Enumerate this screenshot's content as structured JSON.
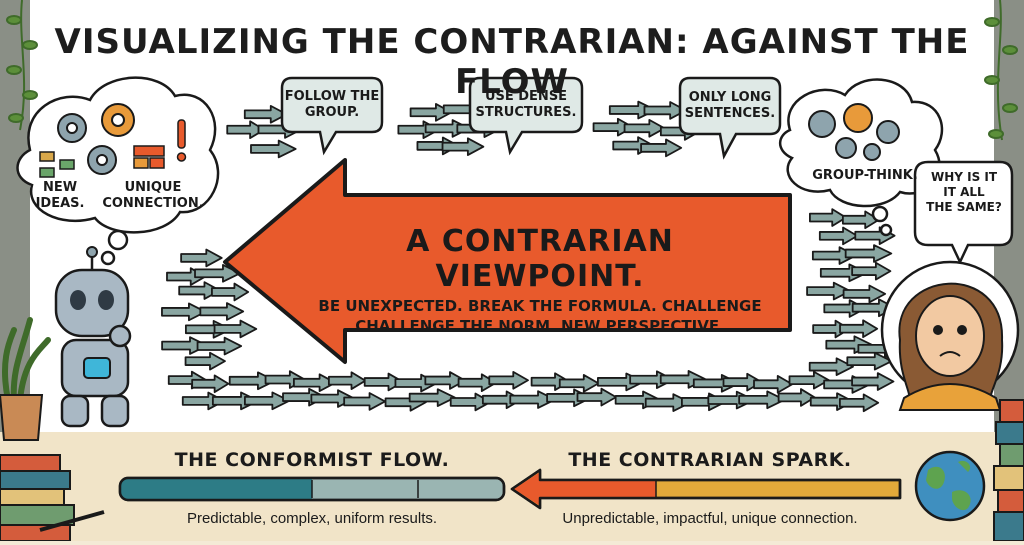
{
  "title": "VISUALIZING THE CONTRARIAN: AGAINST THE FLOW",
  "bubbles": {
    "follow_group": [
      "FOLLOW THE",
      "GROUP."
    ],
    "dense_structures": [
      "USE DENSE",
      "STRUCTURES."
    ],
    "long_sentences": [
      "ONLY LONG",
      "SENTENCES."
    ],
    "new_ideas": [
      "NEW",
      "IDEAS."
    ],
    "unique_connection": [
      "UNIQUE",
      "CONNECTION."
    ],
    "group_think": "GROUP-THINK.",
    "same": [
      "WHY IS IT",
      "IT ALL",
      "THE SAME?"
    ]
  },
  "contrarian_arrow": {
    "title": "A CONTRARIAN VIEWPOINT.",
    "line1": "BE UNEXPECTED.   BREAK THE FORMULA.   CHALLENGE",
    "line2": "CHALLENGE THE NORM.   NEW PERSPECTIVE."
  },
  "bottom": {
    "conformist": {
      "heading": "THE CONFORMIST FLOW.",
      "caption": "Predictable, complex, uniform results."
    },
    "contrarian": {
      "heading": "THE CONTRARIAN SPARK.",
      "caption": "Unpredictable, impactful, unique connection."
    }
  },
  "colors": {
    "flow_arrow": "#8aa6a2",
    "contrarian": "#e85a2c",
    "bar_teal": "#2d7c86",
    "bar_orange": "#e2a93a",
    "bubble_fill": "#dfe9e6"
  }
}
